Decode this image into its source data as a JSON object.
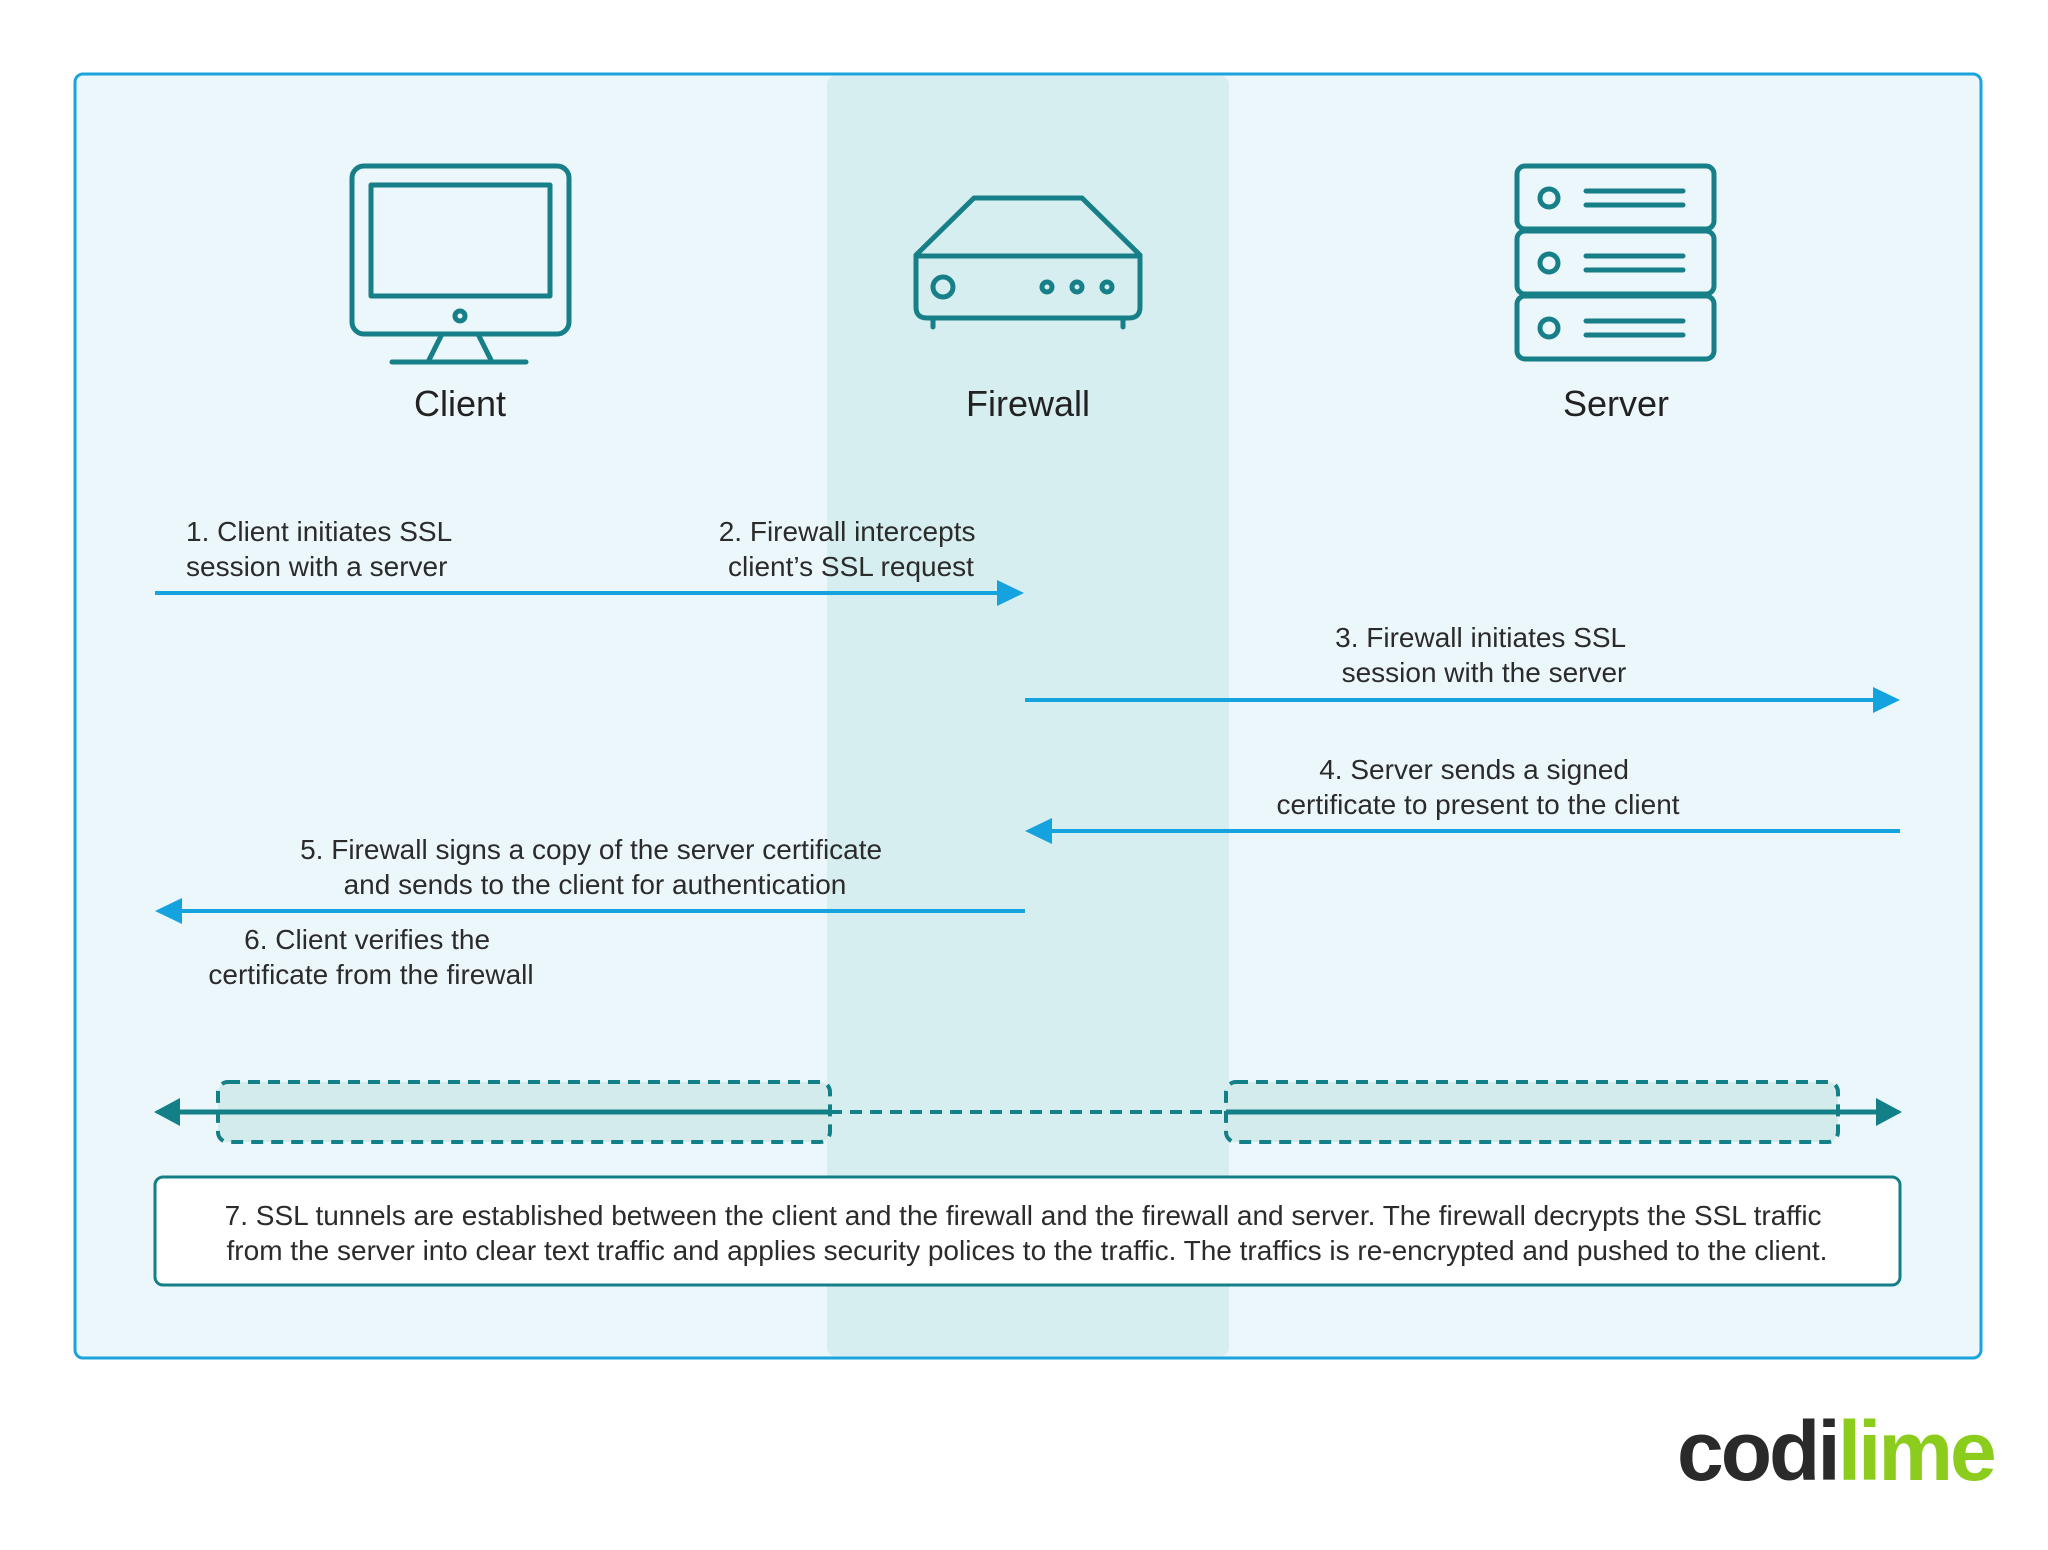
{
  "nodes": {
    "client": "Client",
    "firewall": "Firewall",
    "server": "Server"
  },
  "steps": {
    "step1": [
      "1. Client initiates SSL",
      "session with a server"
    ],
    "step2": [
      "2. Firewall intercepts",
      "client’s SSL request"
    ],
    "step3": [
      "3. Firewall initiates SSL",
      "session with the server"
    ],
    "step4": [
      "4. Server sends a signed",
      "certificate to present to the client"
    ],
    "step5": [
      "5. Firewall signs a copy of the server certificate",
      "and sends to the client for  authentication"
    ],
    "step6": [
      "6. Client verifies the",
      "certificate from the firewall"
    ],
    "step7": [
      "7. SSL tunnels are established between the client and the firewall and the firewall and server. The firewall decrypts the SSL traffic",
      "from the server into clear text traffic and applies security polices to the traffic. The traffics is re-encrypted and pushed to the client."
    ]
  },
  "logo": {
    "part1": "codi",
    "part2": "lime"
  },
  "colors": {
    "panel_fill": "#ecf7fc",
    "panel_border": "#1aa3dc",
    "firewall_band": "#d7eef0",
    "icon_stroke": "#167f87",
    "arrow_blue": "#15a3df",
    "tunnel_teal": "#137f86",
    "logo_dark": "#2a2a2a",
    "logo_green": "#8ccc1c"
  }
}
